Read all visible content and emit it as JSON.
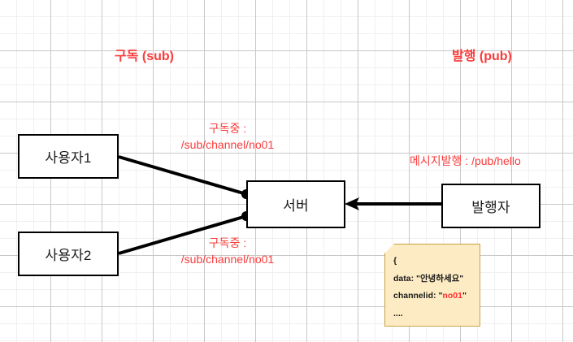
{
  "diagram": {
    "title_left": "구독 (sub)",
    "title_right": "발행 (pub)",
    "nodes": {
      "user1": "사용자1",
      "user2": "사용자2",
      "server": "서버",
      "publisher": "발행자"
    },
    "edge_labels": {
      "sub_top_line1": "구독중 :",
      "sub_top_line2": "/sub/channel/no01",
      "sub_bottom_line1": "구독중 :",
      "sub_bottom_line2": "/sub/channel/no01",
      "publish": "메시지발행 : /pub/hello"
    },
    "note": {
      "line_open": "{",
      "line_data": "data: \"안녕하세요\"",
      "line_channel_key": "channelid: ",
      "line_channel_quote_open": "\"",
      "line_channel_value": "no01",
      "line_channel_quote_close": "\"",
      "line_more": "...."
    },
    "colors": {
      "accent_red": "#fa3c3c",
      "value_red": "#ff2d2d",
      "note_bg": "#fdecc3",
      "note_border": "#c8a349",
      "line_black": "#000000",
      "grid_major": "#c8c8c8",
      "grid_minor": "#f0f0f0"
    }
  }
}
